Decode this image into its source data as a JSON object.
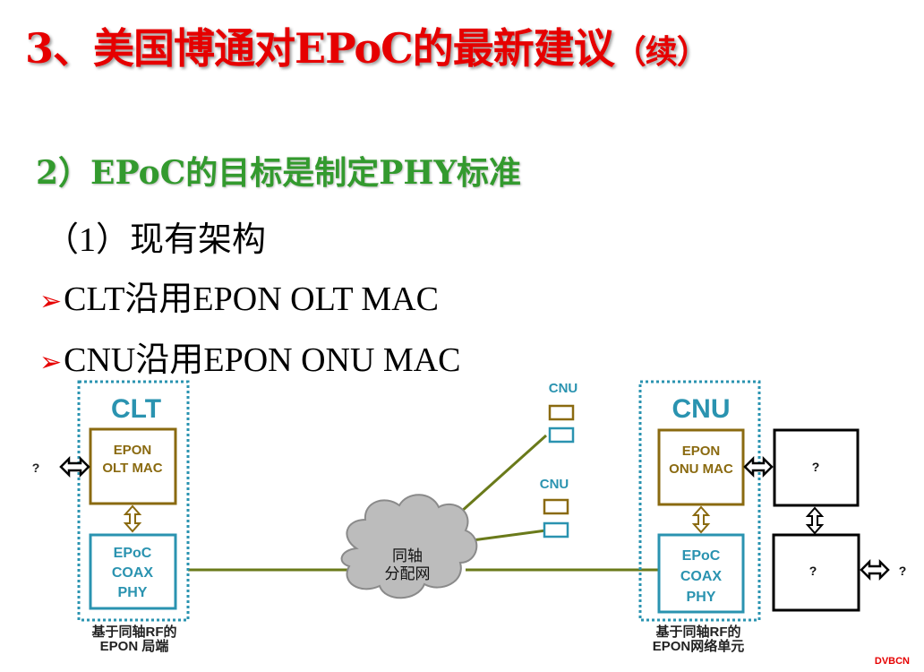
{
  "slide": {
    "title_main": "3、美国博通对EPoC的最新建议",
    "title_suffix": "（续）",
    "subtitle": "2）EPoC的目标是制定PHY标准",
    "section": "（1）现有架构",
    "bullets": [
      "CLT沿用EPON OLT MAC",
      "CNU沿用EPON ONU MAC"
    ],
    "bullet_glyph": "➢",
    "watermark": "DVBCN"
  },
  "diagram": {
    "clt": {
      "title": "CLT",
      "mac_line1": "EPON",
      "mac_line2": "OLT MAC",
      "phy_line1": "EPoC",
      "phy_line2": "COAX",
      "phy_line3": "PHY",
      "left_label": "?",
      "caption_line1": "基于同轴RF的",
      "caption_line2": "EPON 局端"
    },
    "cnu": {
      "title": "CNU",
      "mac_line1": "EPON",
      "mac_line2": "ONU MAC",
      "phy_line1": "EPoC",
      "phy_line2": "COAX",
      "phy_line3": "PHY",
      "caption_line1": "基于同轴RF的",
      "caption_line2": "EPON网络单元"
    },
    "unknown_box_1": "?",
    "unknown_box_2": "?",
    "right_label": "?",
    "cloud_line1": "同轴",
    "cloud_line2": "分配网",
    "small_cnu_1": "CNU",
    "small_cnu_2": "CNU",
    "colors": {
      "dotted": "#2a93b0",
      "mac": "#8a6a10",
      "phy": "#2a93b0",
      "cable": "#6a7a1a",
      "clt_title": "#2a93b0"
    }
  }
}
